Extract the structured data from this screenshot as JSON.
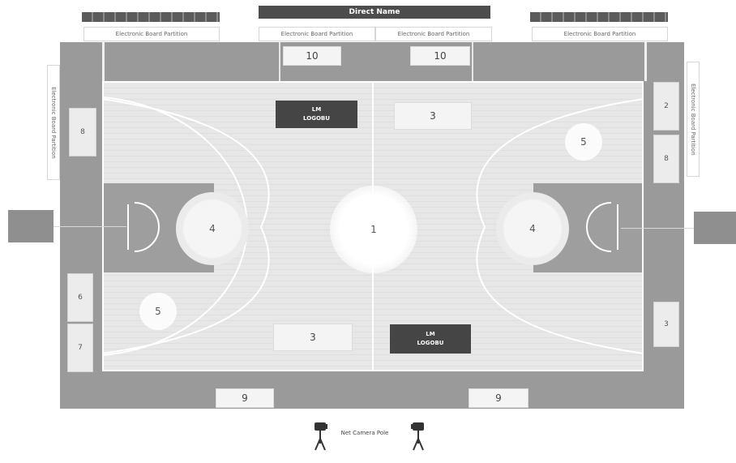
{
  "top": {
    "left_bar": "",
    "center_banner": "Direct Name",
    "right_bar": "",
    "label_left": "Electronic Board Partition",
    "label_center_left": "Electronic Board Partition",
    "label_center_right": "Electronic Board Partition",
    "label_right": "Electronic Board Partition"
  },
  "side": {
    "left_vertical": "Electronic Board Partition",
    "right_vertical": "Electronic Board Partition"
  },
  "zones": {
    "top_left_10": "10",
    "top_right_10": "10",
    "bottom_left_9": "9",
    "bottom_right_9": "9",
    "left_8": "8",
    "left_6": "6",
    "left_7": "7",
    "right_2": "2",
    "right_8": "8",
    "right_3": "3",
    "center_1": "1",
    "left_key_4": "4",
    "right_key_4": "4",
    "top_3": "3",
    "bottom_3": "3",
    "top_5": "5",
    "bottom_5": "5"
  },
  "lcd_top": {
    "line1": "LM",
    "line2": "LOGOBU"
  },
  "lcd_bottom": {
    "line1": "LM",
    "line2": "LOGOBU"
  },
  "camera_label": "Net Camera Pole",
  "end_left": "",
  "end_right": ""
}
